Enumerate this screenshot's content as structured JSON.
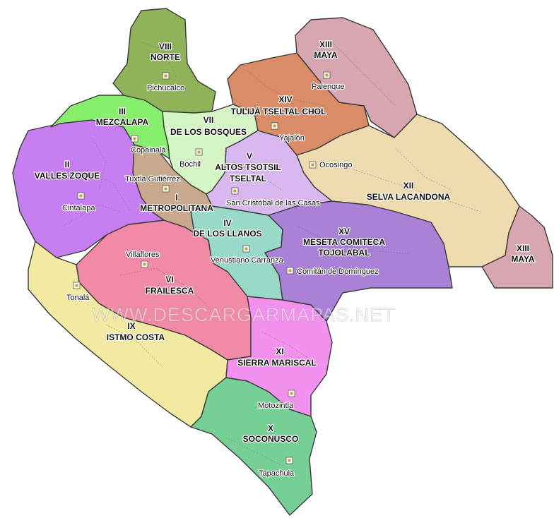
{
  "colors": {
    "norte": "#8fb359",
    "maya": "#d7a6b0",
    "mezcalapa": "#86f06d",
    "bosques": "#d6f5c4",
    "tulija": "#d98c66",
    "valles": "#c77ef0",
    "altos": "#d9b8f0",
    "lacandona": "#eedcb0",
    "metropolitana": "#c9a98c",
    "llanos": "#98d9c8",
    "meseta": "#a982d8",
    "frailesca": "#f08aa6",
    "istmo": "#f2eaa0",
    "sierra": "#f292ee",
    "soconusco": "#76cf94",
    "seat_marker": "#caa324"
  },
  "regions": {
    "norte": {
      "num": "VIII",
      "name": "NORTE"
    },
    "maya": {
      "num": "XIII",
      "name": "MAYA"
    },
    "maya_east": {
      "num": "XIII",
      "name": "MAYA"
    },
    "mezcalapa": {
      "num": "III",
      "name": "MEZCALAPA"
    },
    "bosques": {
      "num": "VII",
      "name": "DE LOS BOSQUES"
    },
    "tulija": {
      "num": "XIV",
      "name": "TULIJÁ TSELTAL CHOL"
    },
    "valles": {
      "num": "II",
      "name": "VALLES ZOQUE"
    },
    "altos": {
      "num": "V",
      "name": "ALTOS TSOTSIL",
      "name2": "TSELTAL"
    },
    "lacandona": {
      "num": "XII",
      "name": "SELVA LACANDONA"
    },
    "metropolitana": {
      "num": "I",
      "name": "METROPOLITANA"
    },
    "llanos": {
      "num": "IV",
      "name": "DE LOS LLANOS"
    },
    "meseta": {
      "num": "XV",
      "name": "MESETA COMITECA",
      "name2": "TOJOLABAL"
    },
    "frailesca": {
      "num": "VI",
      "name": "FRAILESCA"
    },
    "istmo": {
      "num": "IX",
      "name": "ISTMO COSTA"
    },
    "sierra": {
      "num": "XI",
      "name": "SIERRA MARISCAL"
    },
    "soconusco": {
      "num": "X",
      "name": "SOCONUSCO"
    }
  },
  "cities": {
    "pichucalco": "Pichucalco",
    "palenque": "Palenque",
    "yajalon": "Yajalón",
    "copainala": "Copainalá",
    "bochil": "Bochil",
    "tuxtla": "Tuxtla Gutiérrez",
    "ocosingo": "Ocosingo",
    "cintalapa": "Cintalapa",
    "sancristobal": "San Cristóbal de las Casas",
    "venustiano": "Venustiano Carranza",
    "villaflores": "Villaflores",
    "comitan": "Comitán de Domínguez",
    "tonala": "Tonalá",
    "motozintla": "Motozintla",
    "tapachula": "Tapachula"
  },
  "watermark": "WWW.DESCARGARMAPAS.NET"
}
